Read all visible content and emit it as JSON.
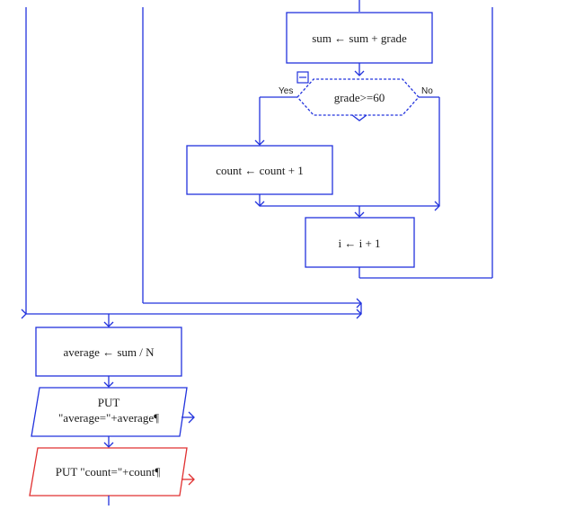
{
  "flowchart": {
    "nodes": {
      "sum_assign": {
        "text": "sum ← sum + grade"
      },
      "grade_check": {
        "text": "grade>=60",
        "yes_label": "Yes",
        "no_label": "No"
      },
      "count_assign": {
        "text": "count ← count + 1"
      },
      "i_increment": {
        "text": "i ← i + 1"
      },
      "average_assign": {
        "text": "average ← sum / N"
      },
      "put_average": {
        "line1": "PUT",
        "line2": "\"average=\"+average¶"
      },
      "put_count": {
        "text": "PUT \"count=\"+count¶"
      }
    },
    "colors": {
      "flow": "#2233dd",
      "highlight": "#e03030",
      "text": "#1a1a1a"
    }
  }
}
